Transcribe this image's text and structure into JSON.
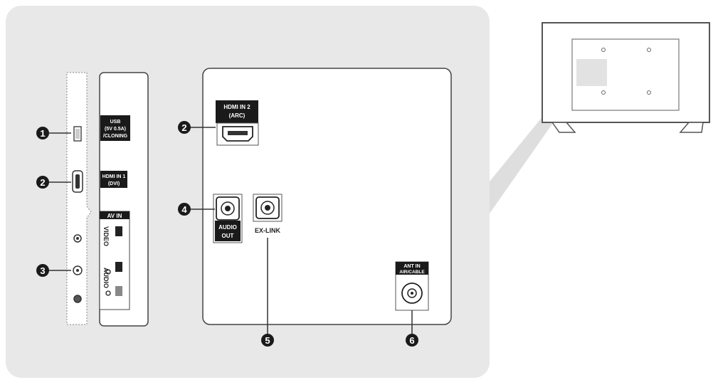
{
  "callouts": [
    "1",
    "2",
    "2",
    "3",
    "4",
    "5",
    "6"
  ],
  "side_panel": {
    "usb_label_lines": [
      "USB",
      "(5V 0.5A)",
      "/CLONING"
    ],
    "hdmi1_label_lines": [
      "HDMI IN 1",
      "(DVI)"
    ],
    "av_in_label": "AV IN",
    "video_label": "VIDEO",
    "audio_label": "AUDIO"
  },
  "rear_panel": {
    "hdmi2_label_lines": [
      "HDMI IN 2",
      "(ARC)"
    ],
    "audio_out_label_lines": [
      "AUDIO",
      "OUT"
    ],
    "ex_link_label": "EX-LINK",
    "ant_in_label_lines": [
      "ANT IN",
      "AIR/CABLE"
    ]
  },
  "colors": {
    "panel_bg": "#e8e8e8",
    "outline": "#555555",
    "label_bg": "#1a1a1a",
    "callout_bg": "#1a1a1a",
    "highlight": "#e0e0e0"
  }
}
